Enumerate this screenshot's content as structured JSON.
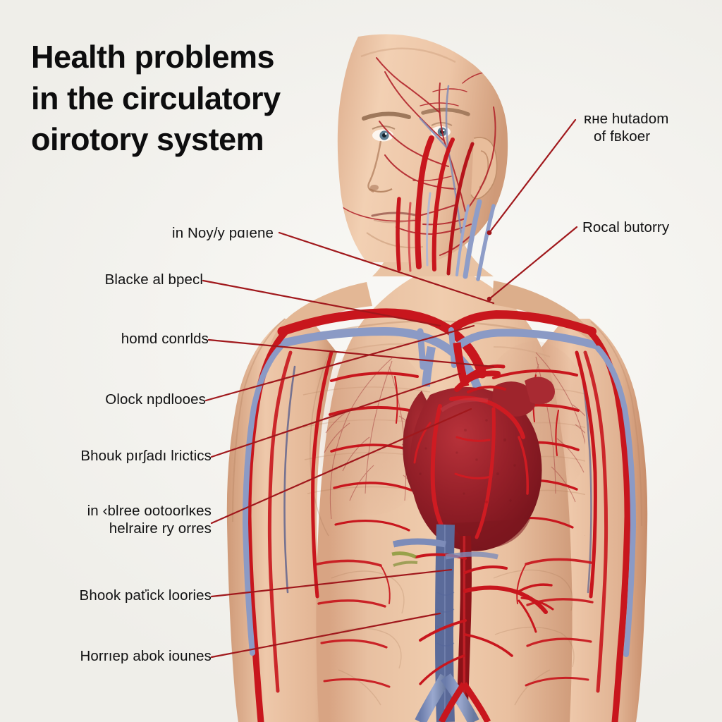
{
  "poster": {
    "background_color": "#f4f3ef",
    "title": {
      "line1": "Health problems",
      "line2": "in the circulatory",
      "line3": "oirotory system",
      "color": "#0d0d0e"
    },
    "leader_line_color": "#a0181c",
    "label_color": "#121213"
  },
  "labels": {
    "left": [
      {
        "id": "l1",
        "text": "in Noy/y pɑıene"
      },
      {
        "id": "l2",
        "text": "Blacke al bpecl"
      },
      {
        "id": "l3",
        "text": "homd conrlds"
      },
      {
        "id": "l4",
        "text": "Olock npdlooes"
      },
      {
        "id": "l5",
        "text": "Bhouk pırʃadı lrictics"
      },
      {
        "id": "l6",
        "line1": "in ‹blree ootoorlĸes",
        "line2": "helraire ry orres"
      },
      {
        "id": "l7",
        "text": "Bhook paťick loories"
      },
      {
        "id": "l8",
        "text": "Horrıep abok iounеs"
      }
    ],
    "right": [
      {
        "id": "r1",
        "line1": "ʀнe hutadom",
        "line2": "of fʙkoer"
      },
      {
        "id": "r2",
        "text": "Rocal butorry"
      }
    ]
  },
  "figure": {
    "subject": "anatomical male torso with circulatory system",
    "skin_color": "#e6bb9c",
    "artery_color": "#c8161d",
    "vein_color": "#7f8fc0",
    "heart_color": "#a0202a",
    "parts": [
      "head",
      "face",
      "neck",
      "shoulders",
      "left-arm",
      "right-arm",
      "chest",
      "heart",
      "lungs-vasculature",
      "aorta",
      "inferior-vena-cava",
      "abdomen"
    ]
  }
}
